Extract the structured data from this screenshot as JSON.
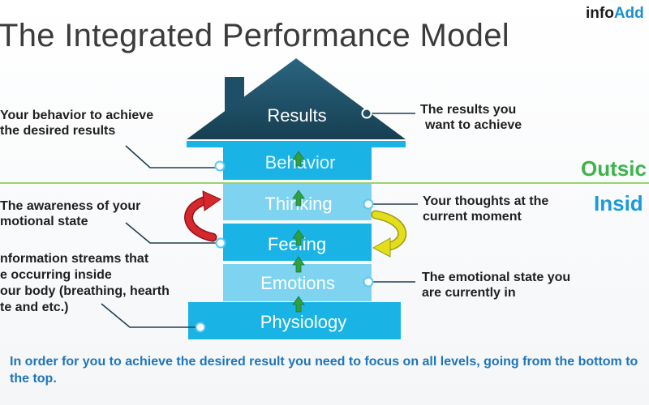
{
  "title": "The Integrated Performance Model",
  "brand": {
    "part1": "info",
    "part2": "Add"
  },
  "zones": {
    "outside": "Outsic",
    "inside": "Insid"
  },
  "levels": {
    "results": "Results",
    "behavior": "Behavior",
    "thinking": "Thinking",
    "feeling": "Feeling",
    "emotions": "Emotions",
    "physiology": "Physiology"
  },
  "notes": {
    "left_behavior": [
      "Your behavior to achieve",
      "the desired results"
    ],
    "left_feeling": [
      "The awareness of your",
      "motional state"
    ],
    "left_physiology": [
      "nformation streams that",
      "e occurring inside",
      "our body (breathing, hearth",
      "te and etc.)"
    ],
    "right_results": [
      "The results you",
      "want to achieve"
    ],
    "right_thinking": [
      "Your thoughts at the",
      "current moment"
    ],
    "right_emotions": [
      "The emotional state you",
      "are currently in"
    ]
  },
  "bottom_text": "In order for you to achieve the desired result you need to focus on all levels, going from the bottom to the top.",
  "colors": {
    "roof": "#1e4f66",
    "level_bright": "#1ab3e6",
    "level_light": "#7dd3f0",
    "outside_green": "#3cb44b",
    "inside_blue": "#1a9bd7",
    "divider_green": "#9ad36a",
    "arrow_green": "#2ea043",
    "loop_red": "#d6272d",
    "loop_yellow": "#e3de1b",
    "bottom_text": "#1f75b8"
  }
}
